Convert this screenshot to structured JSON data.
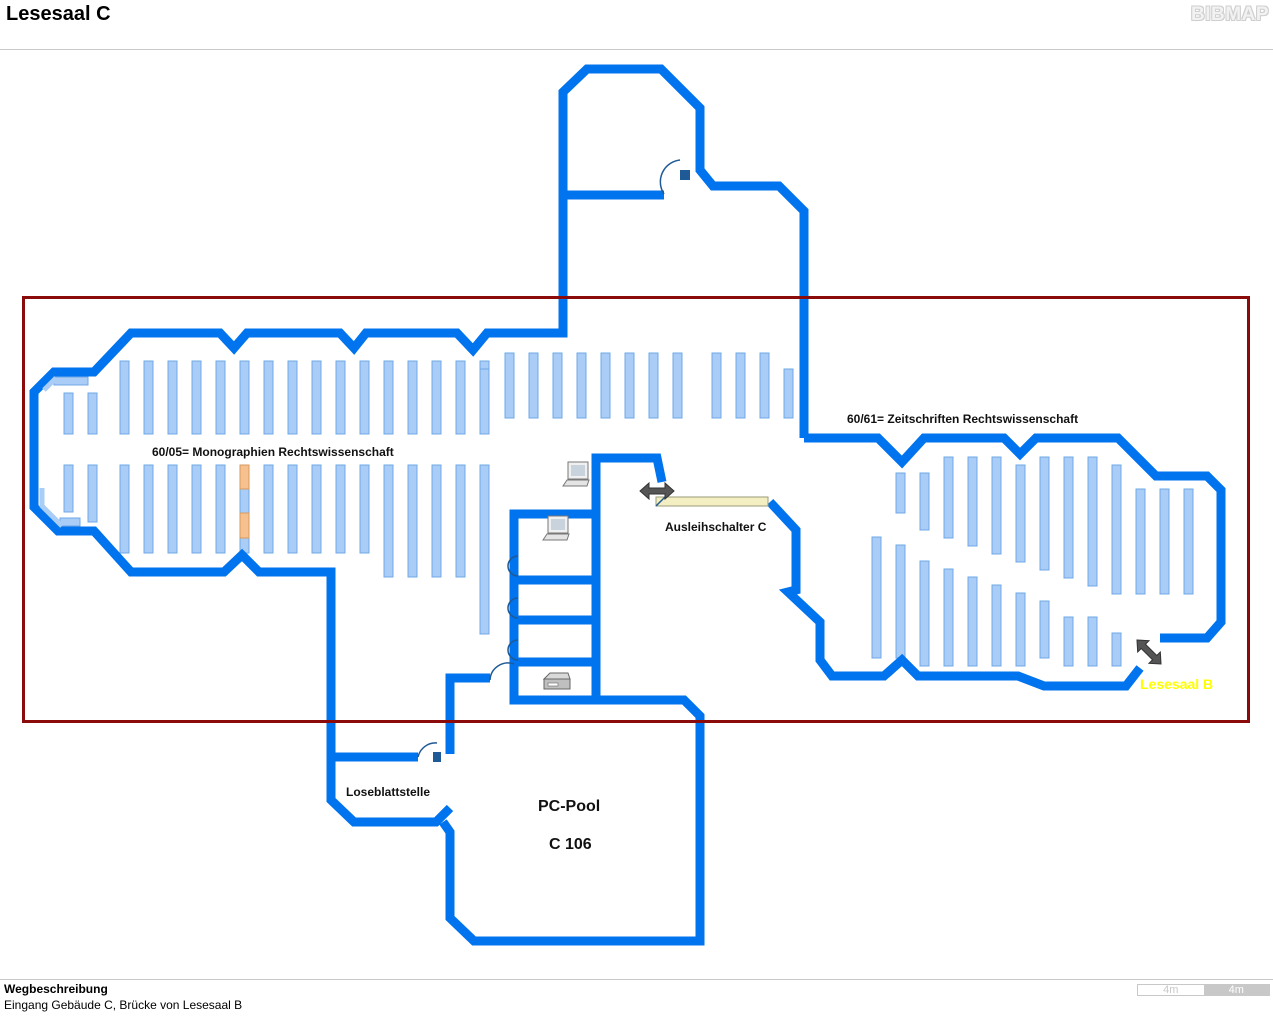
{
  "header": {
    "title": "Lesesaal C",
    "logo": "BIBMAP"
  },
  "map": {
    "colors": {
      "wall": "#0073ee",
      "shelf": "#a9cdf6",
      "shelf_border": "#6fa8e6",
      "highlight": "#8b0a0a",
      "accent_shelf": "#f6c08f",
      "counter": "#f3efc2",
      "exit_label": "#ffff00"
    },
    "labels": {
      "monographs": "60/05= Monographien Rechtswissenschaft",
      "journals": "60/61= Zeitschriften Rechtswissenschaft",
      "lending_desk": "Ausleihschalter C",
      "loose_leaf": "Loseblattstelle",
      "pc_pool": "PC-Pool",
      "pc_pool_room": "C 106",
      "exit": "Lesesaal B"
    },
    "icons": [
      "pc-icon",
      "pc-icon",
      "copier-icon",
      "direction-arrow-icon",
      "direction-arrow-icon"
    ]
  },
  "footer": {
    "route_heading": "Wegbeschreibung",
    "route_text": "Eingang Gebäude C, Brücke von Lesesaal B",
    "scale": [
      "4m",
      "4m"
    ]
  }
}
